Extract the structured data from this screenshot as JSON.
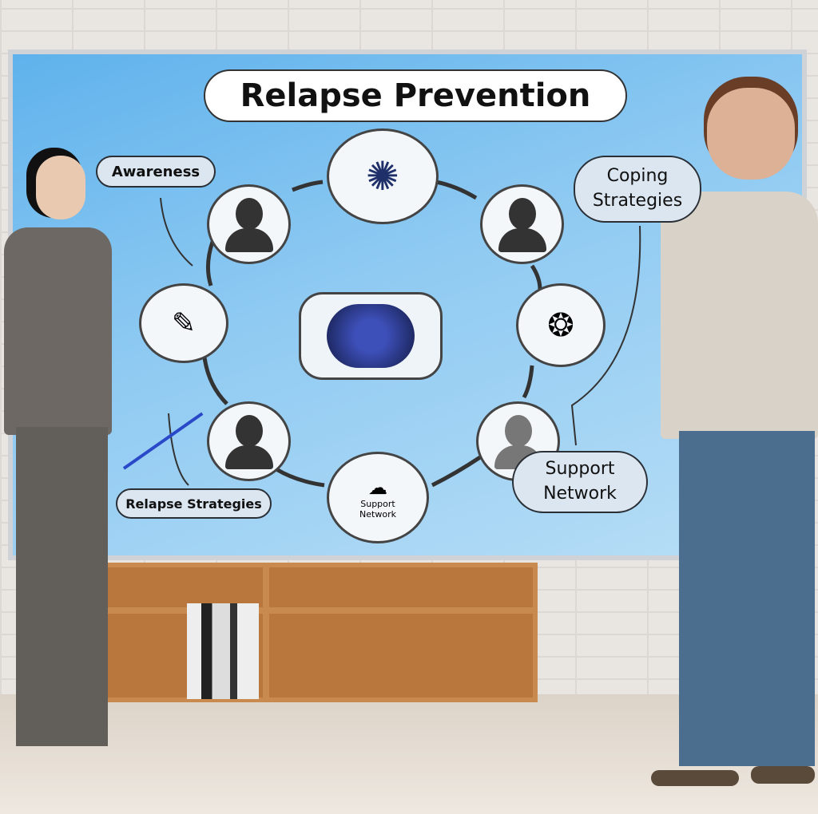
{
  "title": "Relapse Prevention",
  "labels": {
    "awareness": "Awareness",
    "coping": "Coping Strategies",
    "relapse": "Relapse Strategies",
    "support": "Support Network",
    "center_node": "Support Network"
  },
  "colors": {
    "board": "#8fcaf2",
    "label_bg": "#dbe6f0"
  }
}
